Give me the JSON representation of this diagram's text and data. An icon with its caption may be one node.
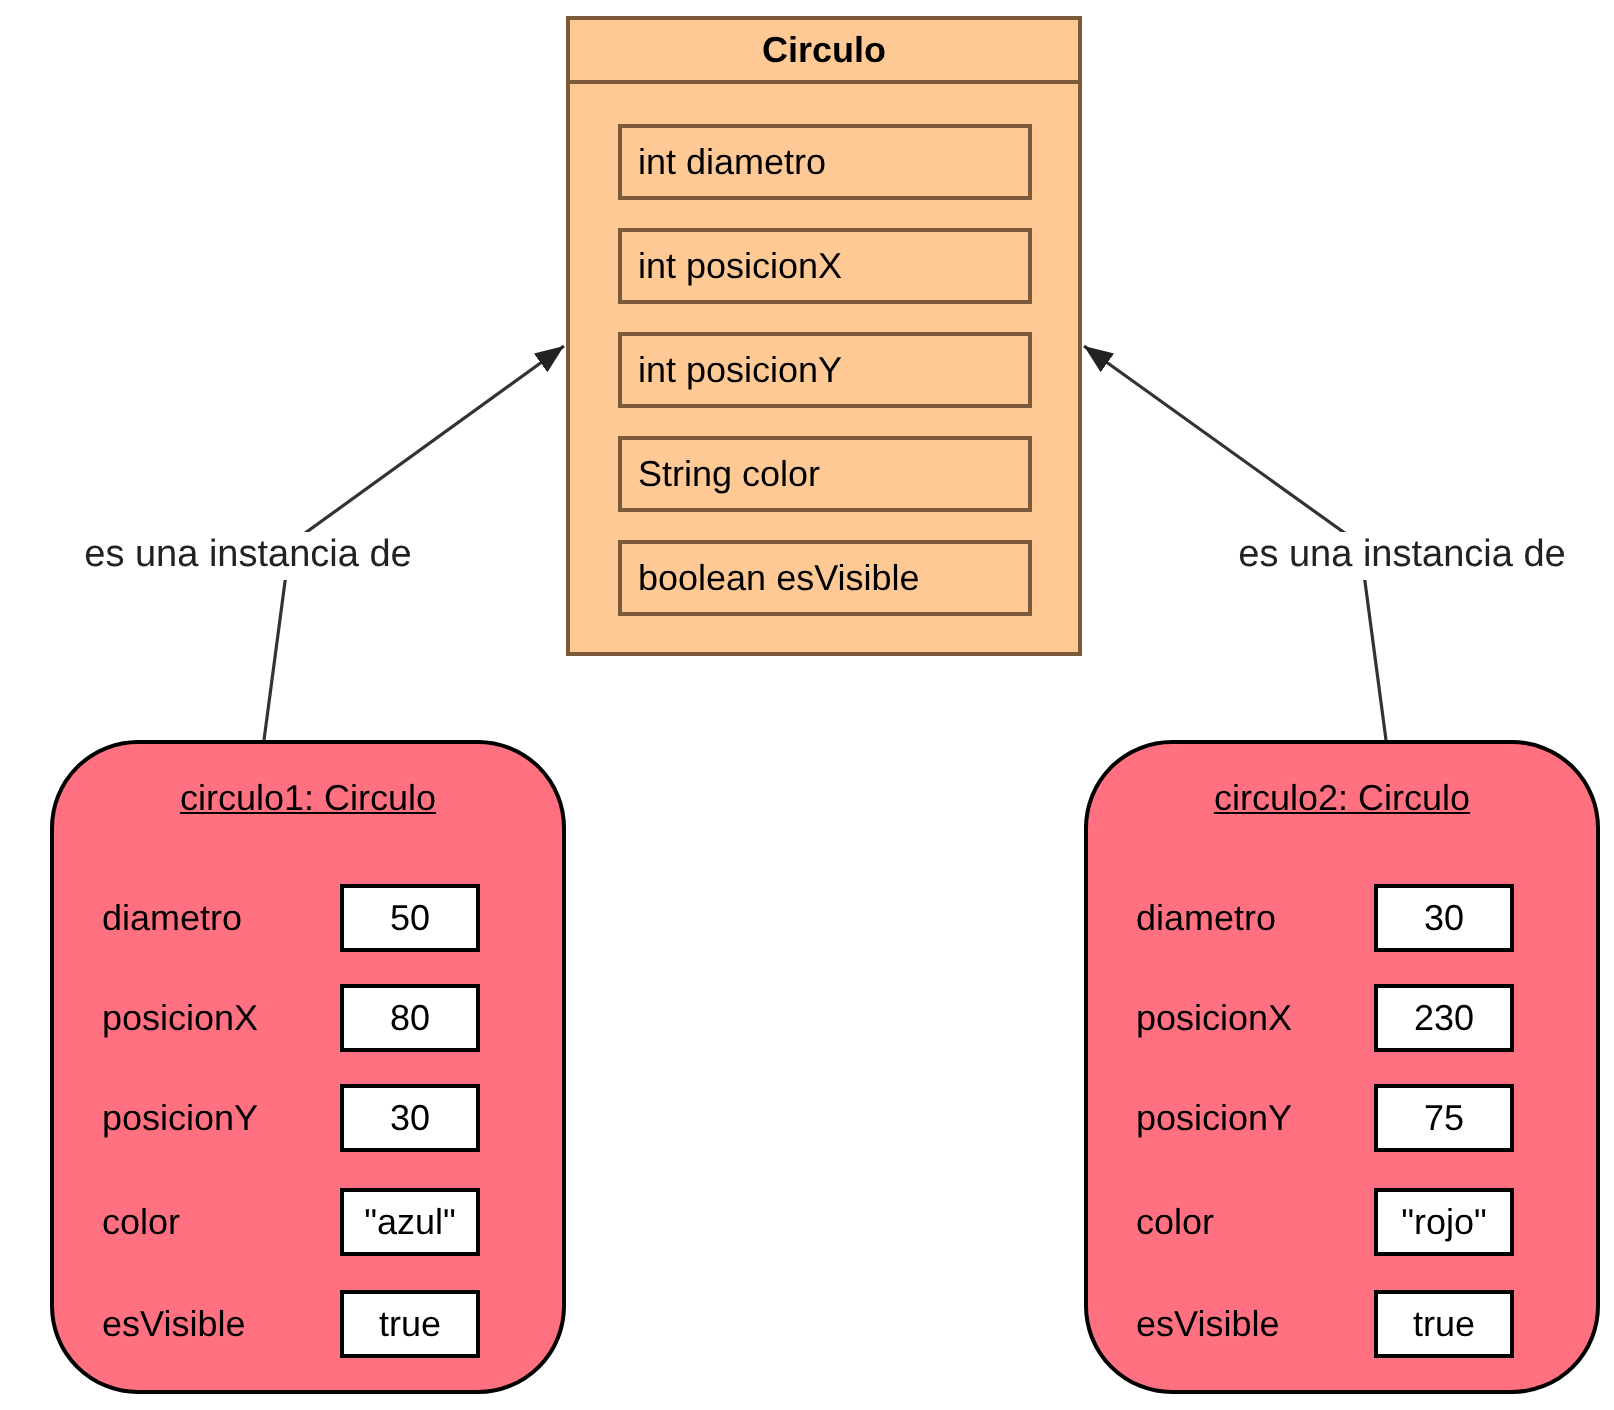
{
  "diagram": {
    "nodes": [
      {
        "text": [
          "Circulo"
        ]
      },
      {
        "text": [
          "int diametro"
        ],
        "in": 0
      },
      {
        "text": [
          "int posicionX"
        ],
        "in": 0
      },
      {
        "text": [
          "int posicionY"
        ],
        "in": 0
      },
      {
        "text": [
          "String color"
        ],
        "in": 0
      },
      {
        "text": [
          "boolean esVisible"
        ],
        "in": 0
      },
      {
        "text": [
          "circulo1: Circulo",
          "diametro",
          "posicionX",
          "posicionY",
          "color",
          "esVisible"
        ]
      },
      {
        "text": [
          "50"
        ],
        "in": 6
      },
      {
        "text": [
          "80"
        ],
        "in": 6
      },
      {
        "text": [
          "30"
        ],
        "in": 6
      },
      {
        "text": [
          "\"azul\""
        ],
        "in": 6
      },
      {
        "text": [
          "true"
        ],
        "in": 6
      },
      {
        "text": [
          "circulo2: Circulo",
          "diametro",
          "posicionX",
          "posicionY",
          "color",
          "esVisible"
        ]
      },
      {
        "text": [
          "30"
        ],
        "in": 12
      },
      {
        "text": [
          "230"
        ],
        "in": 12
      },
      {
        "text": [
          "75"
        ],
        "in": 12
      },
      {
        "text": [
          "\"rojo\""
        ],
        "in": 12
      },
      {
        "text": [
          "true"
        ],
        "in": 12
      }
    ],
    "edges": [
      {
        "from": 6,
        "to": 0,
        "arrow": "to",
        "label": "es una instancia de"
      },
      {
        "from": 12,
        "to": 0,
        "arrow": "to",
        "label": "es una instancia de"
      }
    ]
  }
}
